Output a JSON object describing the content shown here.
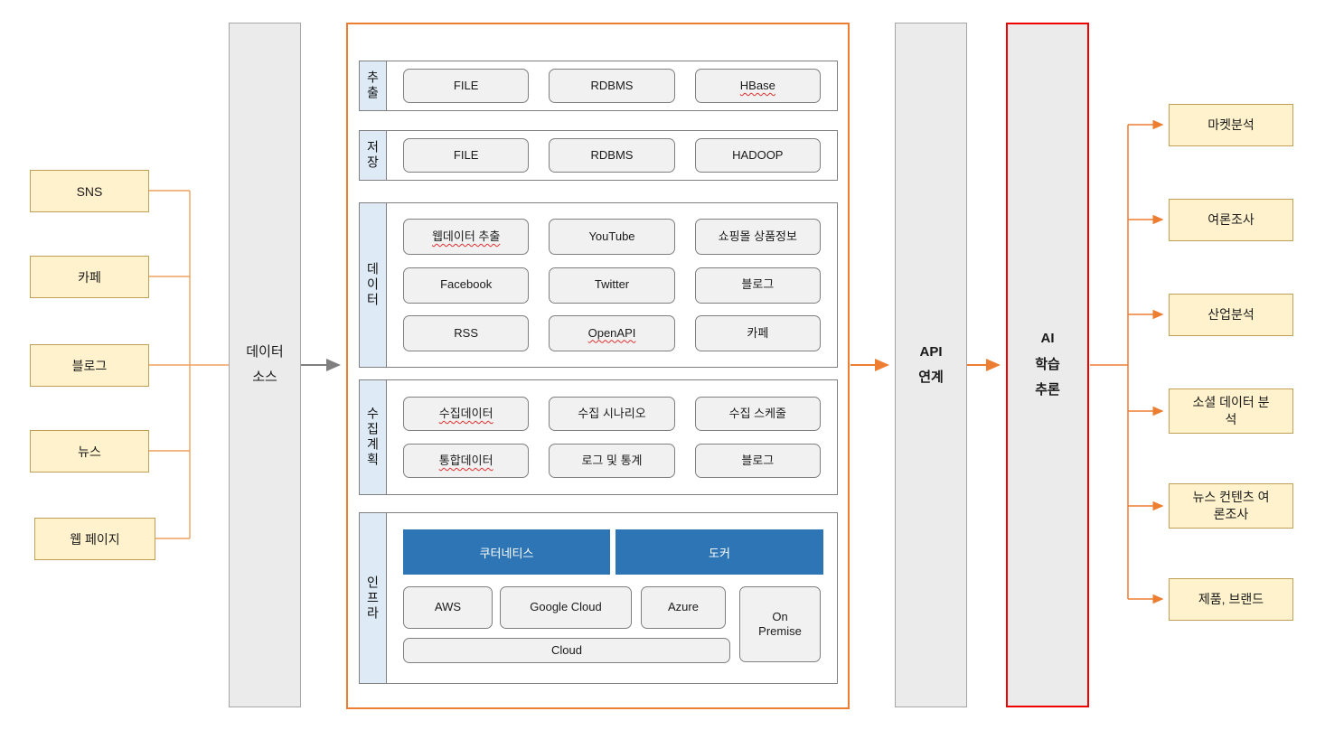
{
  "colors": {
    "accent_orange": "#ED7D31",
    "accent_red": "#EE0000",
    "panel_blue": "#2E75B6",
    "source_fill": "#FFF2CC",
    "section_label_fill": "#DEEBF7",
    "gray_box_fill": "#EBEBEB"
  },
  "left_sources": {
    "items": [
      {
        "label": "SNS"
      },
      {
        "label": "카페"
      },
      {
        "label": "블로그"
      },
      {
        "label": "뉴스"
      },
      {
        "label": "웹 페이지"
      }
    ]
  },
  "data_source": {
    "line1": "데이터",
    "line2": "소스"
  },
  "pipeline": {
    "sections": [
      {
        "label": "추출",
        "items": [
          {
            "label": "FILE"
          },
          {
            "label": "RDBMS"
          },
          {
            "label": "HBase",
            "misspelled": true
          }
        ]
      },
      {
        "label": "저장",
        "items": [
          {
            "label": "FILE"
          },
          {
            "label": "RDBMS"
          },
          {
            "label": "HADOOP"
          }
        ]
      },
      {
        "label": "데이터",
        "items": [
          {
            "label": "웹데이터 추출",
            "misspelled": true
          },
          {
            "label": "YouTube"
          },
          {
            "label": "쇼핑몰 상품정보"
          },
          {
            "label": "Facebook"
          },
          {
            "label": "Twitter"
          },
          {
            "label": "블로그"
          },
          {
            "label": "RSS"
          },
          {
            "label": "OpenAPI",
            "misspelled": true
          },
          {
            "label": "카페"
          }
        ]
      },
      {
        "label": "수집계획",
        "items": [
          {
            "label": "수집데이터",
            "misspelled": true
          },
          {
            "label": "수집 시나리오"
          },
          {
            "label": "수집 스케줄"
          },
          {
            "label": "통합데이터",
            "misspelled": true
          },
          {
            "label": "로그 및 통계"
          },
          {
            "label": "블로그"
          }
        ]
      },
      {
        "label": "인프라",
        "platform_items": [
          {
            "label": "쿠터네티스"
          },
          {
            "label": "도커"
          }
        ],
        "cloud_items": [
          {
            "label": "AWS"
          },
          {
            "label": "Google Cloud"
          },
          {
            "label": "Azure"
          },
          {
            "label": "On Premise"
          }
        ],
        "base_item": {
          "label": "Cloud"
        }
      }
    ]
  },
  "api": {
    "line1": "API",
    "line2": "연계"
  },
  "ai": {
    "line1": "AI",
    "line2": "학습",
    "line3": "추론"
  },
  "outputs": {
    "items": [
      {
        "label": "마켓분석"
      },
      {
        "label": "여론조사"
      },
      {
        "label": "산업분석"
      },
      {
        "label": "소셜 데이터 분석"
      },
      {
        "label": "뉴스 컨텐츠 여론조사"
      },
      {
        "label": "제품, 브랜드"
      }
    ]
  }
}
